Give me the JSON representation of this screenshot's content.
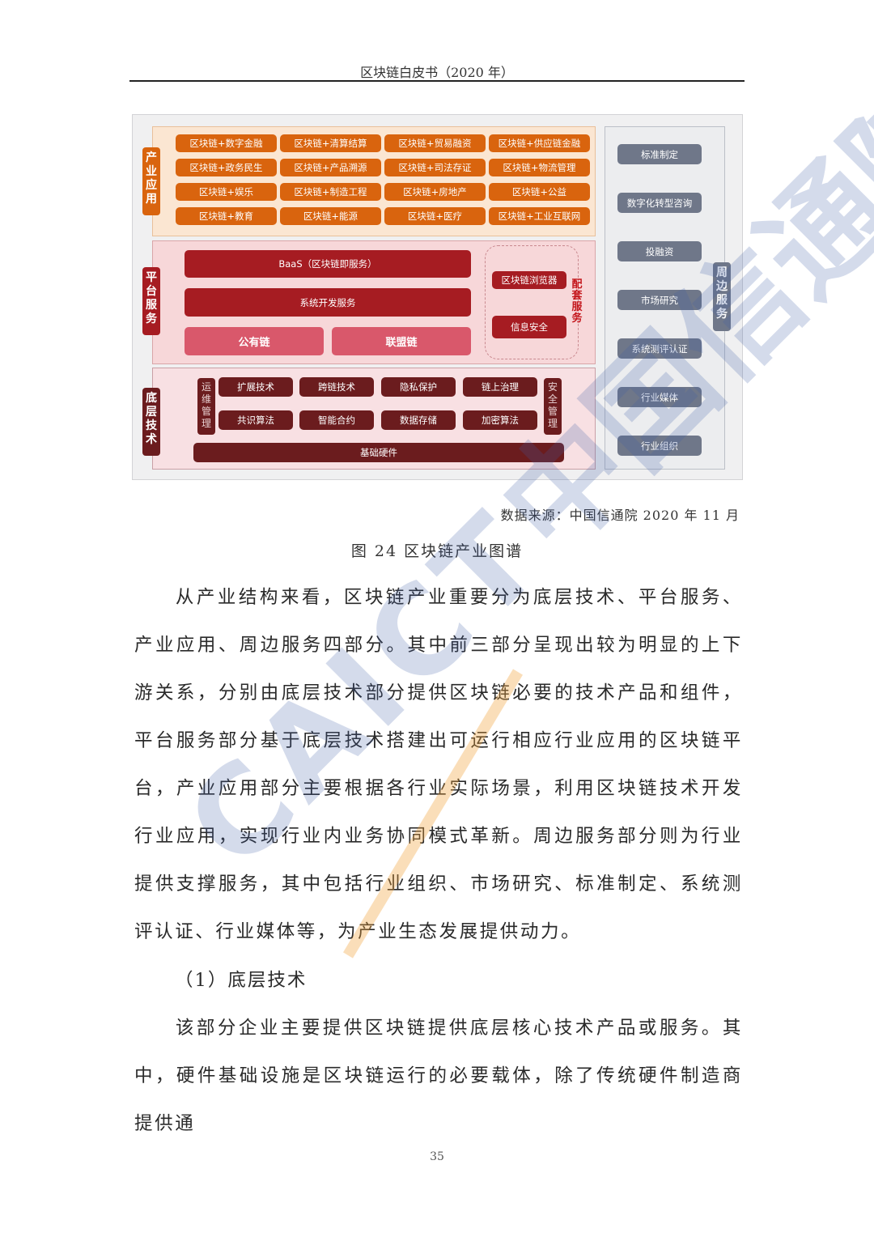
{
  "header": {
    "running_title": "区块链白皮书（2020 年）"
  },
  "figure": {
    "layers": {
      "app": {
        "label": "产业应用",
        "color": "#d9640e",
        "items": [
          [
            "区块链+数字金融",
            "区块链+清算结算",
            "区块链+贸易融资",
            "区块链+供应链金融"
          ],
          [
            "区块链+政务民生",
            "区块链+产品溯源",
            "区块链+司法存证",
            "区块链+物流管理"
          ],
          [
            "区块链+娱乐",
            "区块链+制造工程",
            "区块链+房地产",
            "区块链+公益"
          ],
          [
            "区块链+教育",
            "区块链+能源",
            "区块链+医疗",
            "区块链+工业互联网"
          ]
        ]
      },
      "platform": {
        "label": "平台服务",
        "color": "#a61c22",
        "baas": "BaaS（区块链即服务）",
        "sysdev": "系统开发服务",
        "public_chain": "公有链",
        "consortium_chain": "联盟链",
        "support": {
          "label": "配套服务",
          "items": [
            "区块链浏览器",
            "信息安全"
          ]
        }
      },
      "base": {
        "label": "底层技术",
        "color": "#6b1c1e",
        "ops": "运维管理",
        "security": "安全管理",
        "items": [
          [
            "扩展技术",
            "跨链技术",
            "隐私保护",
            "链上治理"
          ],
          [
            "共识算法",
            "智能合约",
            "数据存储",
            "加密算法"
          ]
        ],
        "hardware": "基础硬件"
      },
      "side": {
        "label": "周边服务",
        "color": "#6f7789",
        "items": [
          "标准制定",
          "数字化转型咨询",
          "投融资",
          "市场研究",
          "系统测评认证",
          "行业媒体",
          "行业组织"
        ]
      }
    },
    "source": "数据来源：中国信通院 2020 年 11 月",
    "caption": "图 24 区块链产业图谱"
  },
  "body": {
    "paragraph_1": "从产业结构来看，区块链产业重要分为底层技术、平台服务、产业应用、周边服务四部分。其中前三部分呈现出较为明显的上下游关系，分别由底层技术部分提供区块链必要的技术产品和组件，平台服务部分基于底层技术搭建出可运行相应行业应用的区块链平台，产业应用部分主要根据各行业实际场景，利用区块链技术开发行业应用，实现行业内业务协同模式革新。周边服务部分则为行业提供支撑服务，其中包括行业组织、市场研究、标准制定、系统测评认证、行业媒体等，为产业生态发展提供动力。",
    "subheading": "（1）底层技术",
    "paragraph_2": "该部分企业主要提供区块链提供底层核心技术产品或服务。其中，硬件基础设施是区块链运行的必要载体，除了传统硬件制造商提供通"
  },
  "watermark": {
    "text": "CAICT 中国信通院"
  },
  "footer": {
    "page_number": "35"
  }
}
